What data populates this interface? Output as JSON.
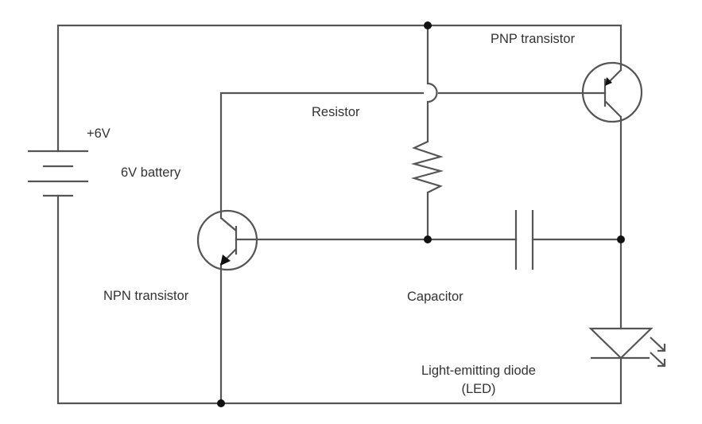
{
  "diagram": {
    "type": "circuit-schematic",
    "colors": {
      "wire": "#555555",
      "junction": "#111111",
      "text": "#333333",
      "background": "#ffffff"
    },
    "labels": {
      "battery_voltage": "+6V",
      "battery": "6V battery",
      "resistor": "Resistor",
      "pnp_transistor": "PNP transistor",
      "npn_transistor": "NPN transistor",
      "capacitor": "Capacitor",
      "led_line1": "Light-emitting diode",
      "led_line2": "(LED)"
    },
    "components": [
      {
        "id": "battery",
        "kind": "battery",
        "label": "6V battery",
        "value": "+6V"
      },
      {
        "id": "resistor",
        "kind": "resistor",
        "label": "Resistor"
      },
      {
        "id": "pnp",
        "kind": "pnp-transistor",
        "label": "PNP transistor"
      },
      {
        "id": "npn",
        "kind": "npn-transistor",
        "label": "NPN transistor"
      },
      {
        "id": "capacitor",
        "kind": "capacitor",
        "label": "Capacitor"
      },
      {
        "id": "led",
        "kind": "light-emitting-diode",
        "label": "Light-emitting diode (LED)"
      }
    ],
    "junction_count": 4,
    "crossover_count": 1
  }
}
